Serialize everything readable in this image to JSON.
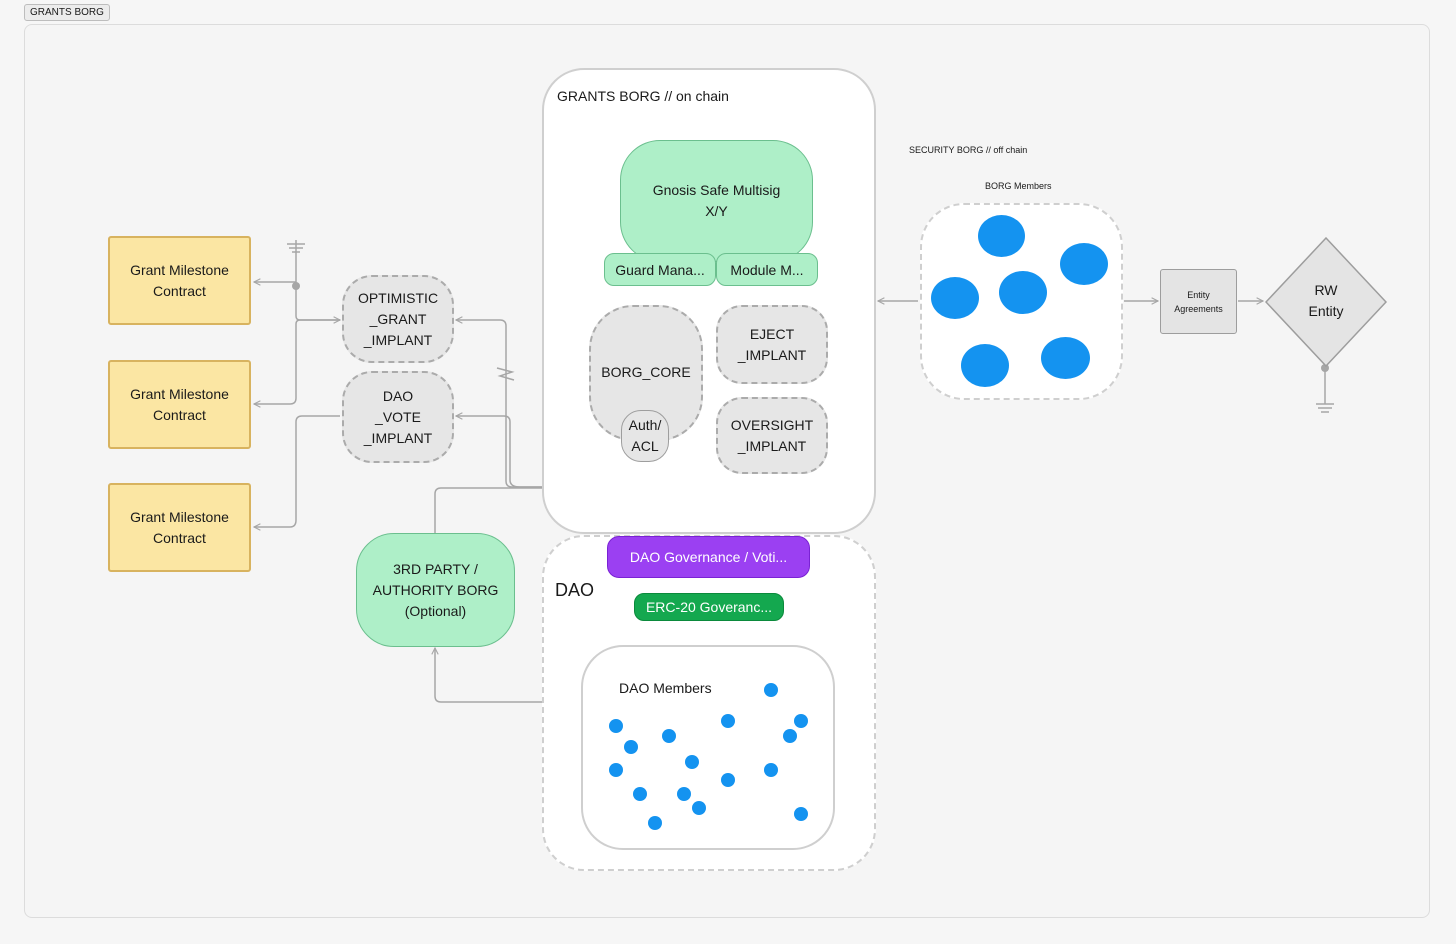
{
  "frame": {
    "title": "GRANTS BORG"
  },
  "grants_borg": {
    "title": "GRANTS BORG // on chain",
    "multisig": {
      "line1": "Gnosis Safe Multisig",
      "line2": "X/Y"
    },
    "guard_tab": "Guard Mana...",
    "module_tab": "Module M...",
    "borg_core": "BORG_CORE",
    "auth": {
      "line1": "Auth/",
      "line2": "ACL"
    },
    "eject": {
      "line1": "EJECT",
      "line2": "_IMPLANT"
    },
    "oversight": {
      "line1": "OVERSIGHT",
      "line2": "_IMPLANT"
    }
  },
  "implants": {
    "optimistic": {
      "line1": "OPTIMISTIC",
      "line2": "_GRANT",
      "line3": "_IMPLANT"
    },
    "dao_vote": {
      "line1": "DAO",
      "line2": "_VOTE",
      "line3": "_IMPLANT"
    }
  },
  "milestones": [
    {
      "line1": "Grant Milestone",
      "line2": "Contract"
    },
    {
      "line1": "Grant Milestone",
      "line2": "Contract"
    },
    {
      "line1": "Grant Milestone",
      "line2": "Contract"
    }
  ],
  "third_party": {
    "line1": "3RD PARTY /",
    "line2": "AUTHORITY BORG",
    "line3": "(Optional)"
  },
  "dao": {
    "title": "DAO",
    "governance": "DAO Governance / Voti...",
    "erc20": "ERC-20 Goveranc...",
    "members_title": "DAO Members"
  },
  "security_borg": {
    "title": "SECURITY BORG // off chain",
    "members_title": "BORG Members",
    "entity_agreements": {
      "line1": "Entity",
      "line2": "Agreements"
    },
    "rw_entity": {
      "line1": "RW",
      "line2": "Entity"
    }
  },
  "colors": {
    "member_dot": "#1493f0",
    "governance": "#9b40f2",
    "erc20": "#14a84f",
    "green_box": "#aeefc8",
    "milestone": "#fbe6a3"
  }
}
